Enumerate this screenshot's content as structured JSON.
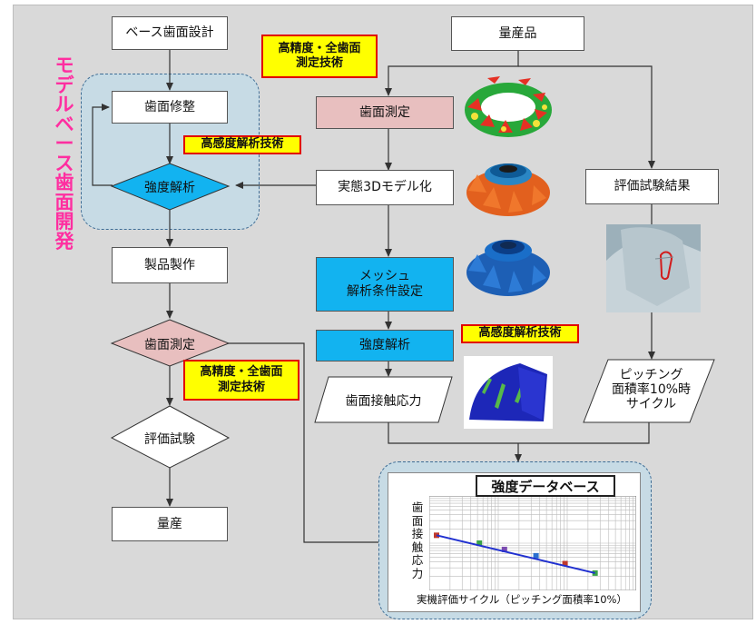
{
  "left_flow": {
    "base_design": "ベース歯面設計",
    "tooth_modification": "歯面修整",
    "strength_analysis": "強度解析",
    "product_manufacturing": "製品製作",
    "tooth_measurement": "歯面測定",
    "evaluation_test": "評価試験",
    "mass_production": "量産"
  },
  "vertical_title": [
    "モ",
    "デ",
    "ル",
    "ベ",
    "ー",
    "ス",
    "歯",
    "面",
    "開",
    "発"
  ],
  "tags": {
    "high_precision_top": "高精度・全歯面\n測定技術",
    "high_sensitivity_left": "高感度解析技術",
    "high_precision_left": "高精度・全歯面\n測定技術",
    "high_sensitivity_mid": "高感度解析技術"
  },
  "mid_flow": {
    "mass_product": "量産品",
    "tooth_measurement": "歯面測定",
    "actual_3d": "実態3Dモデル化",
    "mesh_setup": "メッシュ\n解析条件設定",
    "strength_analysis": "強度解析",
    "contact_stress": "歯面接触応力"
  },
  "right_flow": {
    "evaluation_result": "評価試験結果",
    "pitting": "ピッチング\n面積率10%時\nサイクル"
  },
  "database": {
    "title": "強度データベース",
    "ylabel_chars": [
      "歯",
      "面",
      "接",
      "触",
      "応",
      "力"
    ],
    "xlabel": "実機評価サイクル（ピッチング面積率10%）"
  },
  "colors": {
    "tag_fill": "#ffff00",
    "tag_border": "#e20000",
    "pink_box": "#e8bfbf",
    "blue_box": "#12b3f0",
    "dashed_area": "#c7dbe5",
    "vertical_title": "#ff2ea0"
  },
  "chart_data": {
    "type": "scatter",
    "scale": "log-log",
    "grid": true,
    "trend": "decreasing",
    "series": [
      {
        "values": [
          [
            1.0,
            1.0
          ],
          [
            2.0,
            0.9
          ],
          [
            3.0,
            0.82
          ],
          [
            5.0,
            0.74
          ],
          [
            8.0,
            0.64
          ],
          [
            13.0,
            0.52
          ]
        ]
      }
    ]
  }
}
